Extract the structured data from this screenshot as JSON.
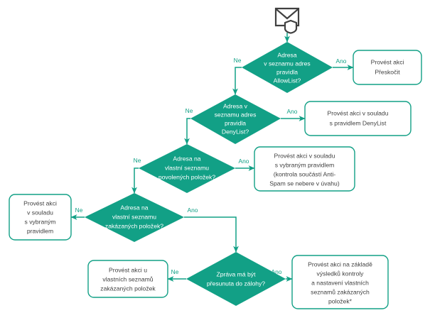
{
  "diagram": {
    "title": "Mail rule evaluation flowchart",
    "colors": {
      "accent": "#12A086",
      "box_border": "#12A086",
      "box_fill": "#FFFFFF",
      "decision_fill": "#12A086",
      "decision_text": "#FFFFFF",
      "process_text": "#404040",
      "icon_stroke": "#404040",
      "background": "#FFFFFF"
    },
    "start_icon": {
      "name": "email-shield-icon",
      "parts": [
        "envelope",
        "shield"
      ]
    },
    "edge_labels": {
      "yes": "Ano",
      "no": "Ne"
    },
    "decisions": [
      {
        "id": "allowlist",
        "lines": [
          "Adresa",
          "v seznamu adres",
          "pravidla",
          "AllowList?"
        ]
      },
      {
        "id": "denylist",
        "lines": [
          "Adresa v",
          "seznamu adres",
          "pravidla",
          "DenyList?"
        ]
      },
      {
        "id": "own-allowed",
        "lines": [
          "Adresa na",
          "vlastní seznamu",
          "povolených položek?"
        ]
      },
      {
        "id": "own-blocked",
        "lines": [
          "Adresa na",
          "vlastní seznamu",
          "zakázaných položek?"
        ]
      },
      {
        "id": "backup",
        "lines": [
          "Zpráva má být",
          "přesunuta do zálohy?"
        ]
      }
    ],
    "processes": [
      {
        "id": "skip-action",
        "lines": [
          "Provést akci",
          "Přeskočit"
        ]
      },
      {
        "id": "denylist-action",
        "lines": [
          "Provést akci v souladu",
          "s pravidlem DenyList"
        ]
      },
      {
        "id": "selected-rule-antispam",
        "lines": [
          "Provést akci v souladu",
          "s vybraným pravidlem",
          "(kontrola součástí Anti-",
          "Spam se nebere v úvahu)"
        ]
      },
      {
        "id": "selected-rule",
        "lines": [
          "Provést akci",
          "v souladu",
          "s vybraným",
          "pravidlem"
        ]
      },
      {
        "id": "own-blocked-lists-action",
        "lines": [
          "Provést akci u",
          "vlastních seznamů",
          "zakázaných položek"
        ]
      },
      {
        "id": "check-result-action",
        "lines": [
          "Provést akci na základě",
          "výsledků kontroly",
          "a nastavení vlastních",
          "seznamů zakázaných",
          "položek*"
        ]
      }
    ]
  }
}
